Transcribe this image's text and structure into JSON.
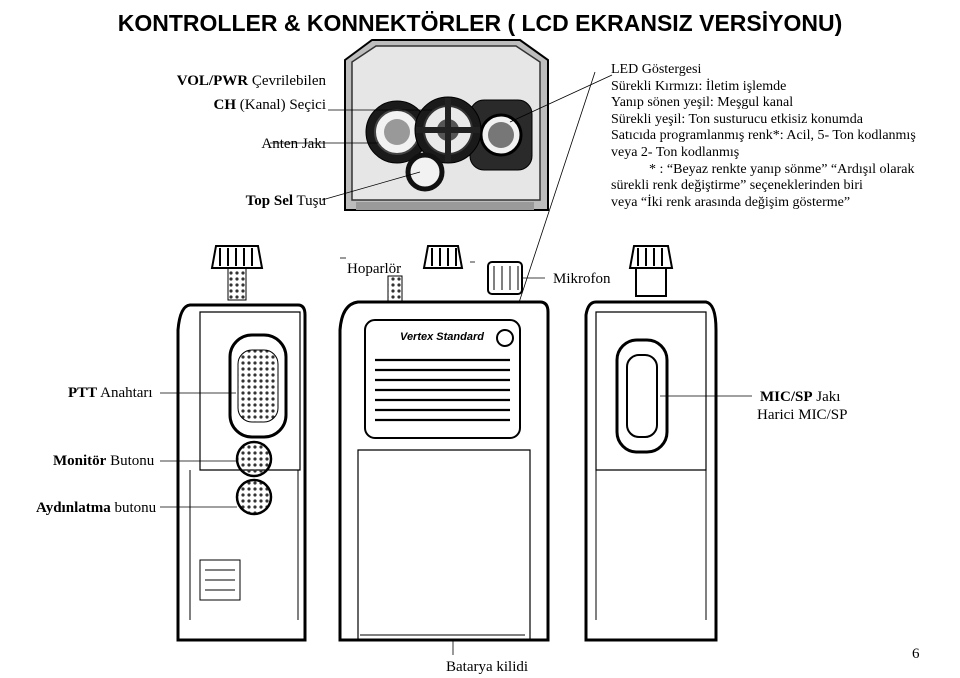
{
  "title": "KONTROLLER & KONNEKTÖRLER ( LCD EKRANSIZ VERSİYONU)",
  "top_labels": {
    "vol_pwr_bold": "VOL/PWR",
    "vol_pwr_rest": " Çevrilebilen",
    "ch_bold": "CH",
    "ch_rest": " (Kanal) Seçici",
    "anten": "Anten Jakı",
    "top_sel_bold": "Top Sel",
    "top_sel_rest": " Tuşu"
  },
  "led": {
    "lines": [
      "LED Göstergesi",
      "Sürekli Kırmızı: İletim işlemde",
      "Yanıp sönen yeşil: Meşgul kanal",
      "Sürekli yeşil: Ton susturucu etkisiz konumda",
      "Satıcıda programlanmış renk*: Acil, 5- Ton kodlanmış",
      "veya 2- Ton kodlanmış"
    ],
    "note_lines": [
      "* : “Beyaz renkte yanıp sönme” “Ardışıl olarak",
      "sürekli renk değiştirme” seçeneklerinden biri",
      "veya “İki renk arasında değişim gösterme”"
    ]
  },
  "mid_labels": {
    "hoparlor": "Hoparlör",
    "mikrofon": "Mikrofon"
  },
  "side_labels": {
    "ptt_bold": "PTT",
    "ptt_rest": " Anahtarı",
    "monitor_bold": "Monitör",
    "monitor_rest": " Butonu",
    "aydinlatma_bold": "Aydınlatma",
    "aydinlatma_rest": " butonu",
    "mic_bold": "MIC/SP",
    "mic_rest": " Jakı",
    "harici": "Harici MIC/SP"
  },
  "brand": "Vertex Standard",
  "bottom": {
    "batarya": "Batarya kilidi",
    "page_number": "6"
  }
}
